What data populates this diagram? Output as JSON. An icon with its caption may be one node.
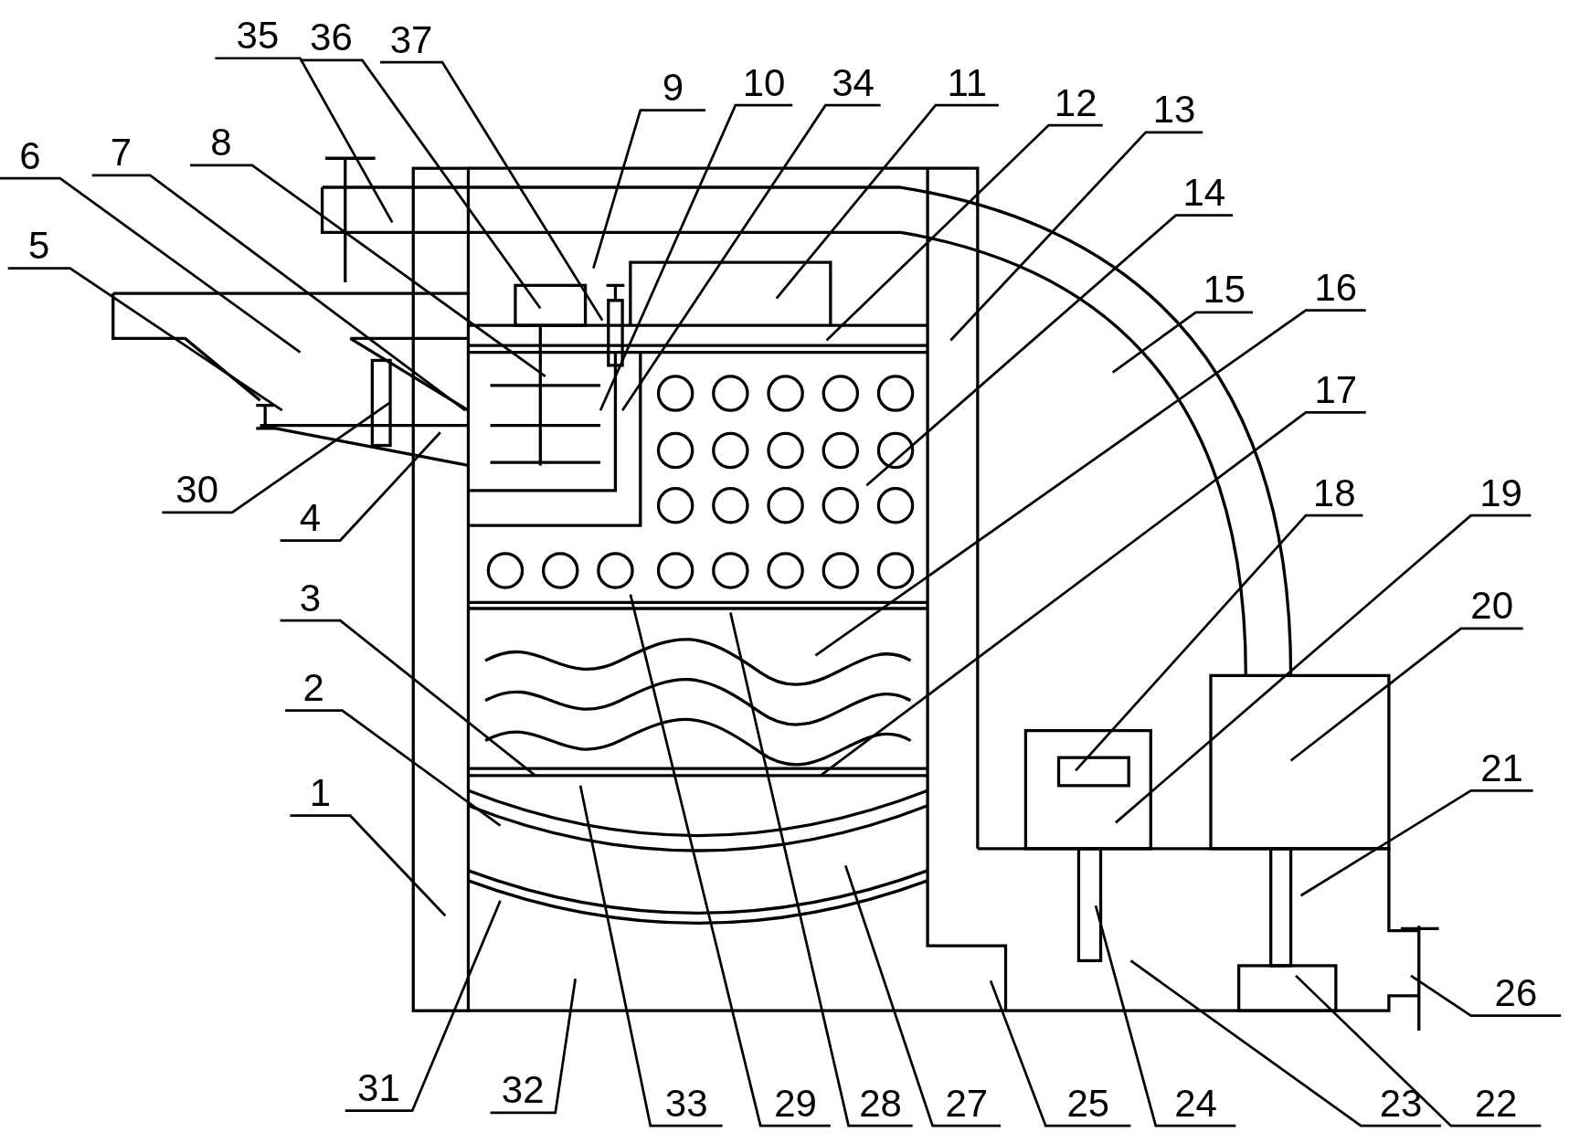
{
  "diagram": {
    "nodes": [
      {
        "text": [
          "35"
        ]
      },
      {
        "text": [
          "36"
        ]
      },
      {
        "text": [
          "37"
        ]
      },
      {
        "text": [
          "9"
        ]
      },
      {
        "text": [
          "10"
        ]
      },
      {
        "text": [
          "34"
        ]
      },
      {
        "text": [
          "11"
        ]
      },
      {
        "text": [
          "12"
        ]
      },
      {
        "text": [
          "13"
        ]
      },
      {
        "text": [
          "6"
        ]
      },
      {
        "text": [
          "7"
        ]
      },
      {
        "text": [
          "8"
        ]
      },
      {
        "text": [
          "14"
        ]
      },
      {
        "text": [
          "5"
        ]
      },
      {
        "text": [
          "15"
        ]
      },
      {
        "text": [
          "16"
        ]
      },
      {
        "text": [
          "30"
        ]
      },
      {
        "text": [
          "4"
        ]
      },
      {
        "text": [
          "17"
        ]
      },
      {
        "text": [
          "3"
        ]
      },
      {
        "text": [
          "18"
        ]
      },
      {
        "text": [
          "19"
        ]
      },
      {
        "text": [
          "20"
        ]
      },
      {
        "text": [
          "2"
        ]
      },
      {
        "text": [
          "1"
        ]
      },
      {
        "text": [
          "21"
        ]
      },
      {
        "text": [
          "26"
        ]
      },
      {
        "text": [
          "31"
        ]
      },
      {
        "text": [
          "32"
        ]
      },
      {
        "text": [
          "33"
        ]
      },
      {
        "text": [
          "29"
        ]
      },
      {
        "text": [
          "28"
        ]
      },
      {
        "text": [
          "27"
        ]
      },
      {
        "text": [
          "25"
        ]
      },
      {
        "text": [
          "24"
        ]
      },
      {
        "text": [
          "23"
        ]
      },
      {
        "text": [
          "22"
        ]
      }
    ],
    "edges": [
      {
        "from": 0,
        "to": null,
        "arrow": "none"
      },
      {
        "from": 1,
        "to": null,
        "arrow": "none"
      },
      {
        "from": 2,
        "to": null,
        "arrow": "none"
      },
      {
        "from": 3,
        "to": null,
        "arrow": "none"
      },
      {
        "from": 4,
        "to": null,
        "arrow": "none"
      },
      {
        "from": 5,
        "to": null,
        "arrow": "none"
      },
      {
        "from": 6,
        "to": null,
        "arrow": "none"
      },
      {
        "from": 7,
        "to": null,
        "arrow": "none"
      },
      {
        "from": 8,
        "to": null,
        "arrow": "none"
      },
      {
        "from": 9,
        "to": null,
        "arrow": "none"
      },
      {
        "from": 10,
        "to": null,
        "arrow": "none"
      },
      {
        "from": 11,
        "to": null,
        "arrow": "none"
      },
      {
        "from": 12,
        "to": null,
        "arrow": "none"
      },
      {
        "from": 13,
        "to": null,
        "arrow": "none"
      },
      {
        "from": 14,
        "to": null,
        "arrow": "none"
      },
      {
        "from": 15,
        "to": null,
        "arrow": "none"
      },
      {
        "from": 16,
        "to": null,
        "arrow": "none"
      },
      {
        "from": 17,
        "to": null,
        "arrow": "none"
      },
      {
        "from": 18,
        "to": null,
        "arrow": "none"
      },
      {
        "from": 19,
        "to": null,
        "arrow": "none"
      },
      {
        "from": 20,
        "to": null,
        "arrow": "none"
      },
      {
        "from": 21,
        "to": null,
        "arrow": "none"
      },
      {
        "from": 22,
        "to": null,
        "arrow": "none"
      },
      {
        "from": 23,
        "to": null,
        "arrow": "none"
      },
      {
        "from": 24,
        "to": null,
        "arrow": "none"
      },
      {
        "from": 25,
        "to": null,
        "arrow": "none"
      },
      {
        "from": 26,
        "to": null,
        "arrow": "none"
      },
      {
        "from": 27,
        "to": null,
        "arrow": "none"
      },
      {
        "from": 28,
        "to": null,
        "arrow": "none"
      },
      {
        "from": 29,
        "to": null,
        "arrow": "none"
      },
      {
        "from": 30,
        "to": null,
        "arrow": "none"
      },
      {
        "from": 31,
        "to": null,
        "arrow": "none"
      },
      {
        "from": 32,
        "to": null,
        "arrow": "none"
      },
      {
        "from": 33,
        "to": null,
        "arrow": "none"
      },
      {
        "from": 34,
        "to": null,
        "arrow": "none"
      },
      {
        "from": 35,
        "to": null,
        "arrow": "none"
      },
      {
        "from": 36,
        "to": null,
        "arrow": "none"
      }
    ]
  }
}
